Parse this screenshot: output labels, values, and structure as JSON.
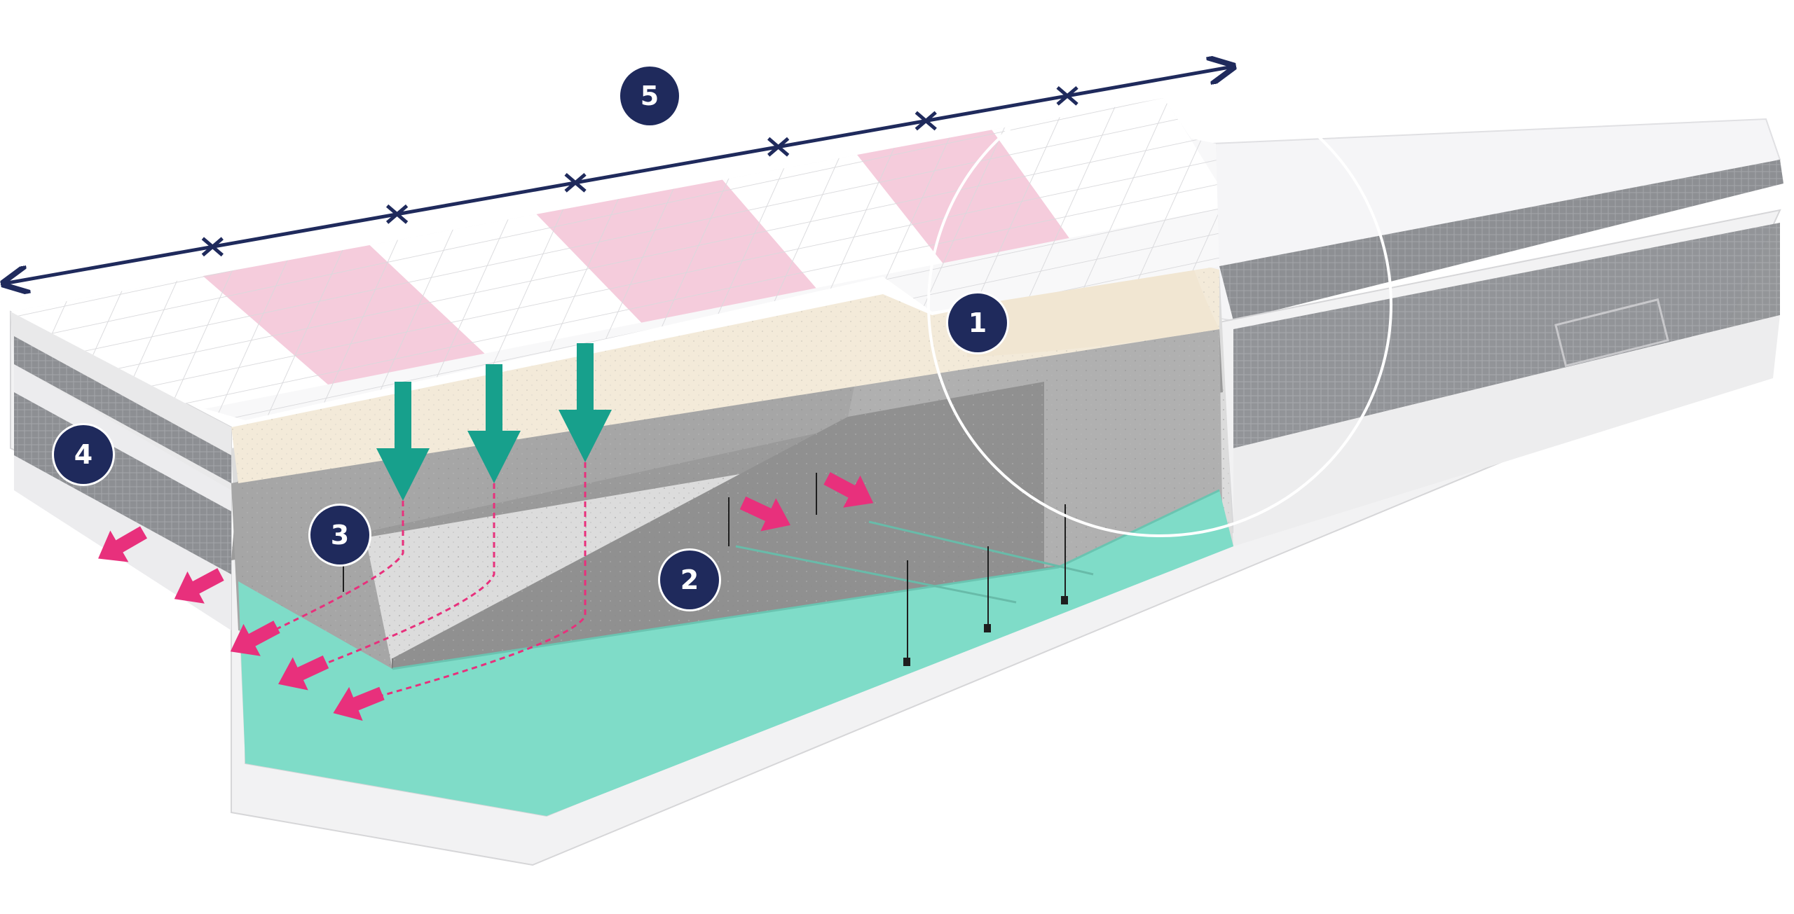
{
  "diagram": {
    "markers": [
      {
        "id": "m1",
        "text": "1"
      },
      {
        "id": "m2",
        "text": "2"
      },
      {
        "id": "m3",
        "text": "3"
      },
      {
        "id": "m4",
        "text": "4"
      },
      {
        "id": "m5",
        "text": "5"
      }
    ],
    "zones": {
      "count": 7,
      "colors": [
        "#ffffff",
        "#f4c6d8",
        "#ffffff",
        "#f4c6d8",
        "#ffffff",
        "#f4c6d8",
        "#ffffff"
      ]
    },
    "colors": {
      "navy": "#1f2a5c",
      "teal_arrow": "#17a08c",
      "pink_arrow": "#e8307c",
      "teal_foam": "#7fdcc8",
      "latex_layer": "#f3ead9",
      "grey_foam": "#9a9a9a",
      "cover_white": "#f7f7f7",
      "cover_grey": "#8d8f93"
    }
  }
}
